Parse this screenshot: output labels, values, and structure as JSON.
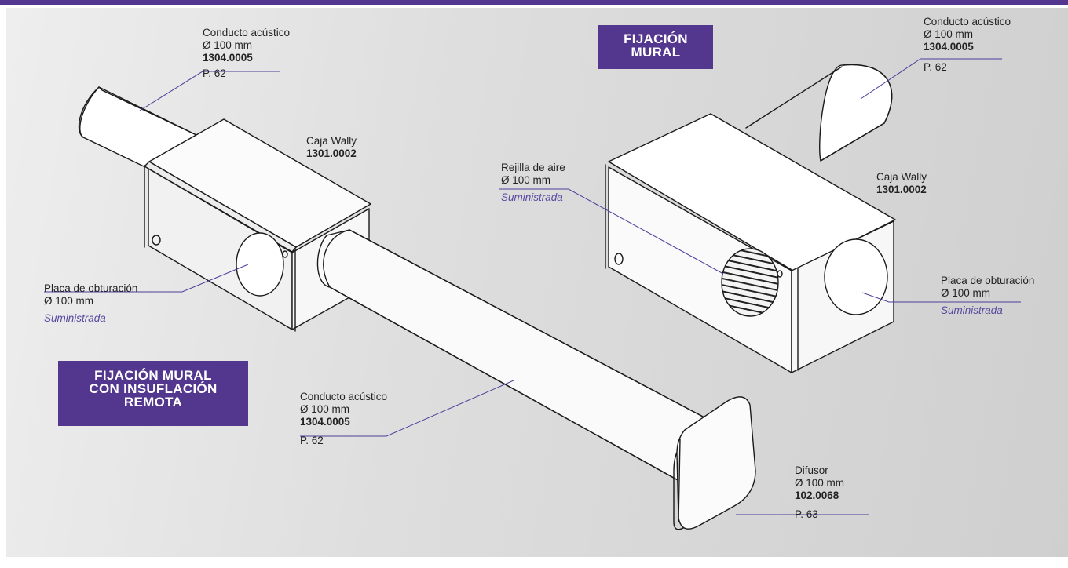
{
  "colors": {
    "accent": "#53368d",
    "leader": "#4a3f9a",
    "note": "#5a49a0"
  },
  "badges": {
    "wall_mount": {
      "line1": "FIJACIÓN",
      "line2": "MURAL"
    },
    "remote": {
      "line1": "FIJACIÓN MURAL",
      "line2": "CON INSUFLACIÓN",
      "line3": "REMOTA"
    }
  },
  "labels": {
    "duct_left": {
      "name": "Conducto acústico",
      "size": "Ø 100 mm",
      "code": "1304.0005",
      "page": "P. 62"
    },
    "box_left": {
      "name": "Caja Wally",
      "code": "1301.0002"
    },
    "plate_left": {
      "name": "Placa de obturación",
      "size": "Ø 100 mm",
      "note": "Suministrada"
    },
    "duct_bottom": {
      "name": "Conducto acústico",
      "size": "Ø 100 mm",
      "code": "1304.0005",
      "page": "P. 62"
    },
    "duct_right": {
      "name": "Conducto acústico",
      "size": "Ø 100 mm",
      "code": "1304.0005",
      "page": "P. 62"
    },
    "grille_right": {
      "name": "Rejilla de aire",
      "size": "Ø 100 mm",
      "note": "Suministrada"
    },
    "box_right": {
      "name": "Caja Wally",
      "code": "1301.0002"
    },
    "plate_right": {
      "name": "Placa de obturación",
      "size": "Ø 100 mm",
      "note": "Suministrada"
    },
    "diffuser": {
      "name": "Difusor",
      "size": "Ø 100 mm",
      "code": "102.0068",
      "page": "P. 63"
    }
  }
}
